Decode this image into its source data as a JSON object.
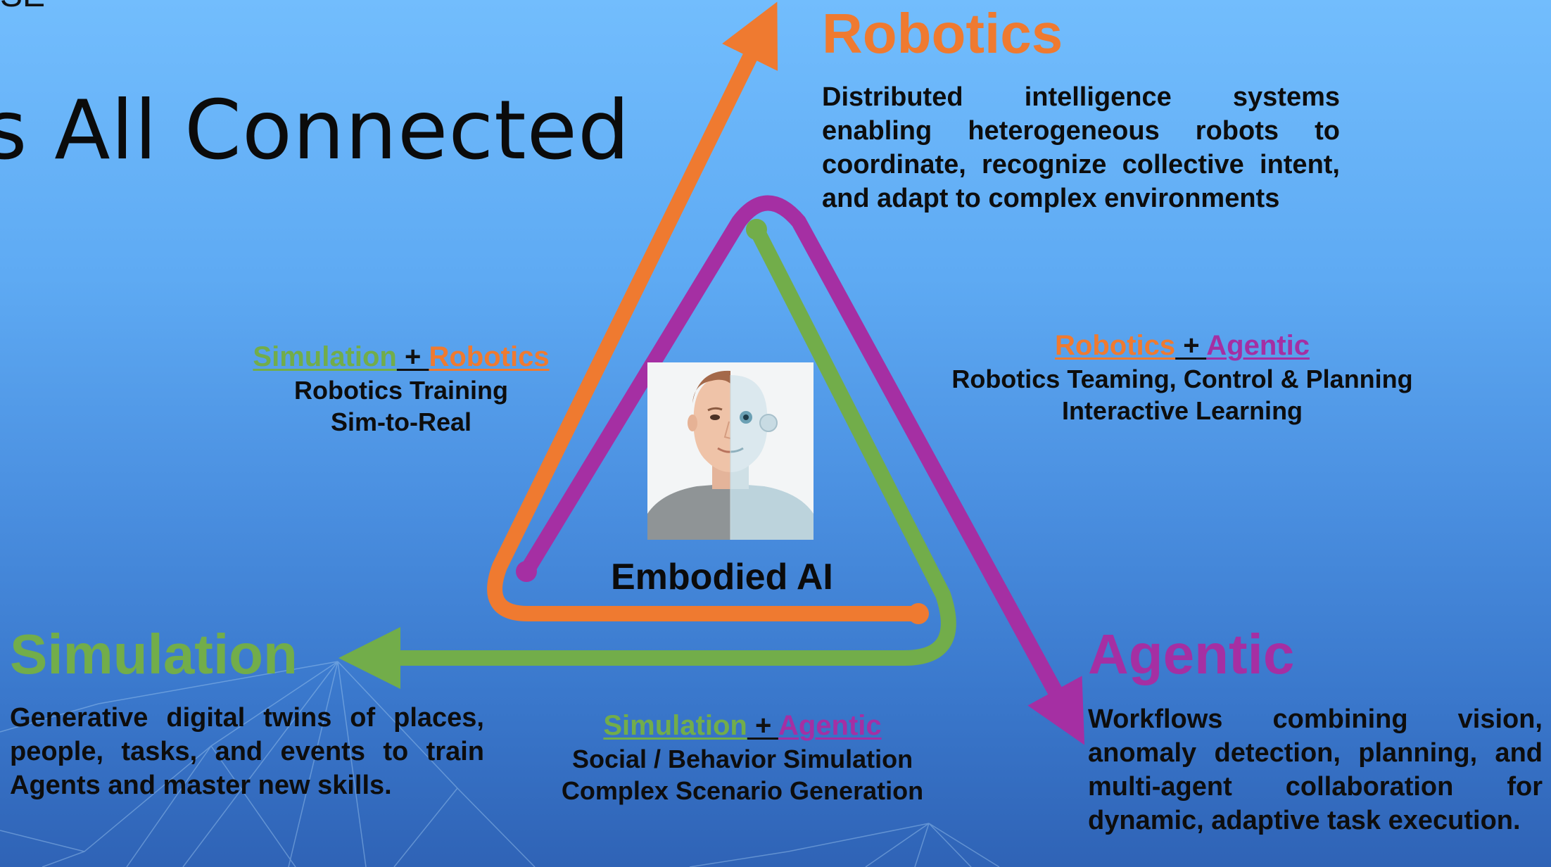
{
  "header": {
    "title": "s All Connected",
    "top_fragment": "SE"
  },
  "colors": {
    "robotics": "#ef7a30",
    "agentic": "#a52fa3",
    "simulation": "#72ad4a",
    "background": "#5eaaf3"
  },
  "nodes": {
    "robotics": {
      "title": "Robotics",
      "description": "Distributed intelligence systems enabling heterogeneous robots to coordinate, recognize collective intent, and adapt to complex environments"
    },
    "agentic": {
      "title": "Agentic",
      "description": "Workflows combining vision, anomaly detection, planning, and multi-agent collaboration for dynamic, adaptive task execution."
    },
    "simulation": {
      "title": "Simulation",
      "description": "Generative digital twins of places, people, tasks, and events to train Agents and master new skills."
    }
  },
  "combos": {
    "sim_robotics": {
      "a": "Simulation",
      "plus": " + ",
      "b": "Robotics",
      "line1": "Robotics Training",
      "line2": "Sim-to-Real"
    },
    "robotics_agentic": {
      "a": "Robotics",
      "plus": " + ",
      "b": "Agentic",
      "line1": "Robotics Teaming, Control & Planning",
      "line2": "Interactive Learning"
    },
    "sim_agentic": {
      "a": "Simulation",
      "plus": " + ",
      "b": "Agentic",
      "line1": "Social / Behavior Simulation",
      "line2": "Complex Scenario Generation"
    }
  },
  "center": {
    "label": "Embodied AI"
  },
  "icons": {
    "center_image": "human-robot-face-icon"
  }
}
